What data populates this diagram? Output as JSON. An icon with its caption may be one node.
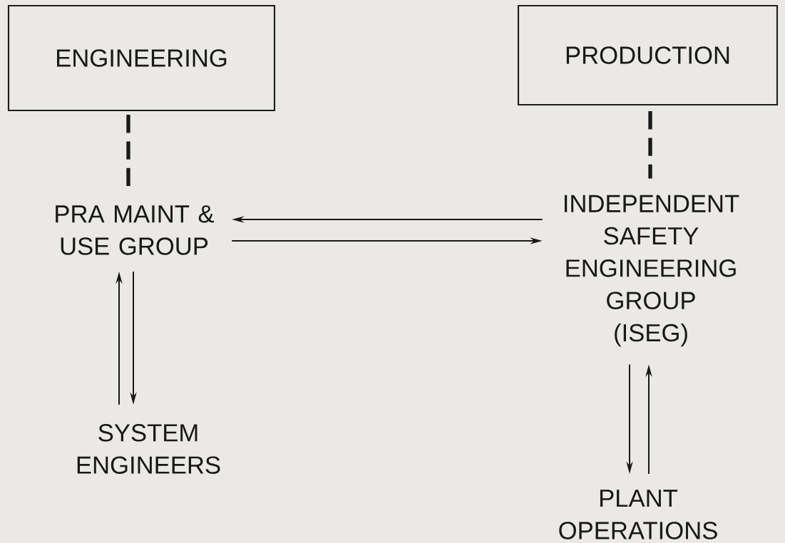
{
  "diagram": {
    "nodes": [
      {
        "text": [
          "ENGINEERING"
        ]
      },
      {
        "text": [
          "PRODUCTION"
        ]
      },
      {
        "text": [
          "PRA MAINT & USE GROUP"
        ]
      },
      {
        "text": [
          "INDEPENDENT SAFETY ENGINEERING GROUP (ISEG)"
        ]
      },
      {
        "text": [
          "SYSTEM ENGINEERS"
        ]
      },
      {
        "text": [
          "PLANT OPERATIONS"
        ]
      }
    ],
    "edges": [
      {
        "from": 0,
        "to": 2,
        "arrow": "none",
        "style": "dashed"
      },
      {
        "from": 1,
        "to": 3,
        "arrow": "none",
        "style": "dashed"
      },
      {
        "from": 3,
        "to": 2,
        "arrow": "to"
      },
      {
        "from": 2,
        "to": 3,
        "arrow": "to"
      },
      {
        "from": 4,
        "to": 2,
        "arrow": "to"
      },
      {
        "from": 2,
        "to": 4,
        "arrow": "to"
      },
      {
        "from": 3,
        "to": 5,
        "arrow": "to"
      },
      {
        "from": 5,
        "to": 3,
        "arrow": "to"
      }
    ]
  }
}
